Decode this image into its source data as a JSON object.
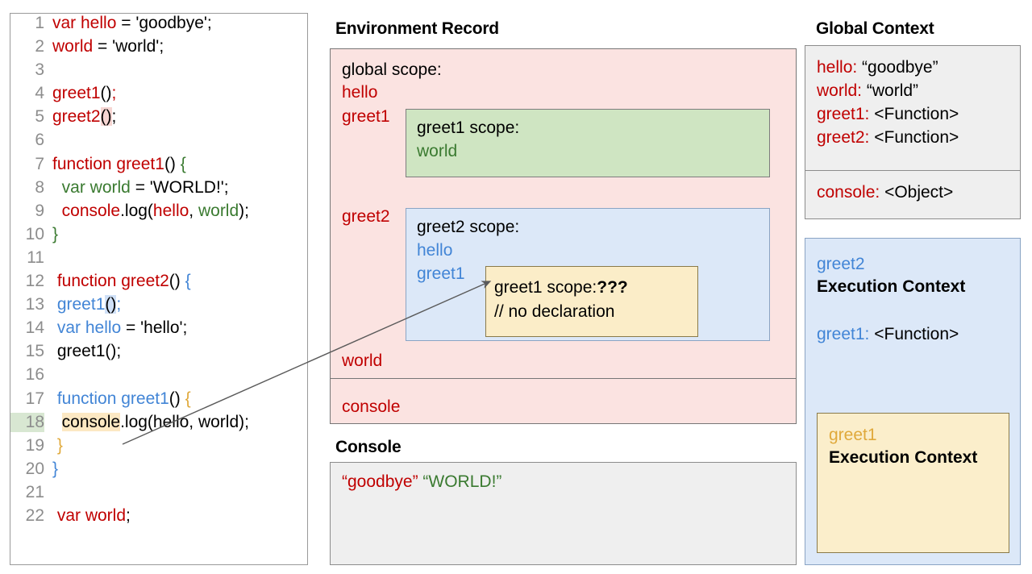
{
  "code_panel": {
    "lines": [
      {
        "num": "1",
        "tokens": [
          {
            "t": "var hello",
            "c": "red"
          },
          {
            "t": " = 'goodbye';",
            "c": "blk"
          }
        ]
      },
      {
        "num": "2",
        "tokens": [
          {
            "t": "world",
            "c": "red"
          },
          {
            "t": " = 'world';",
            "c": "blk"
          }
        ]
      },
      {
        "num": "3",
        "tokens": []
      },
      {
        "num": "4",
        "tokens": [
          {
            "t": "greet1",
            "c": "red"
          },
          {
            "t": "()",
            "c": "blk"
          },
          {
            "t": ";",
            "c": "red"
          }
        ]
      },
      {
        "num": "5",
        "tokens": [
          {
            "t": "greet2",
            "c": "red"
          },
          {
            "t": "()",
            "c": "blk",
            "hl": "hl-pink"
          },
          {
            "t": ";",
            "c": "blk"
          }
        ]
      },
      {
        "num": "6",
        "tokens": []
      },
      {
        "num": "7",
        "tokens": [
          {
            "t": "function greet1",
            "c": "red"
          },
          {
            "t": "() ",
            "c": "blk"
          },
          {
            "t": "{",
            "c": "green"
          }
        ]
      },
      {
        "num": "8",
        "tokens": [
          {
            "t": "  var world",
            "c": "green"
          },
          {
            "t": " = 'WORLD!';",
            "c": "blk"
          }
        ]
      },
      {
        "num": "9",
        "tokens": [
          {
            "t": "  console",
            "c": "red"
          },
          {
            "t": ".log(",
            "c": "blk"
          },
          {
            "t": "hello",
            "c": "red"
          },
          {
            "t": ", ",
            "c": "blk"
          },
          {
            "t": "world",
            "c": "green"
          },
          {
            "t": ");",
            "c": "blk"
          }
        ]
      },
      {
        "num": "10",
        "tokens": [
          {
            "t": "}",
            "c": "green"
          }
        ]
      },
      {
        "num": "11",
        "tokens": []
      },
      {
        "num": "12",
        "tokens": [
          {
            "t": " function greet2",
            "c": "red"
          },
          {
            "t": "() ",
            "c": "blk"
          },
          {
            "t": "{",
            "c": "blue"
          }
        ]
      },
      {
        "num": "13",
        "tokens": [
          {
            "t": " greet1",
            "c": "blue"
          },
          {
            "t": "()",
            "c": "blk",
            "hl": "hl-blue"
          },
          {
            "t": ";",
            "c": "blue"
          }
        ]
      },
      {
        "num": "14",
        "tokens": [
          {
            "t": " var hello",
            "c": "blue"
          },
          {
            "t": " = 'hello';",
            "c": "blk"
          }
        ]
      },
      {
        "num": "15",
        "tokens": [
          {
            "t": " greet1();",
            "c": "blk"
          }
        ]
      },
      {
        "num": "16",
        "tokens": []
      },
      {
        "num": "17",
        "tokens": [
          {
            "t": " function greet1",
            "c": "blue"
          },
          {
            "t": "() ",
            "c": "blk"
          },
          {
            "t": "{",
            "c": "gold"
          }
        ]
      },
      {
        "num": "18",
        "hl_line": true,
        "tokens": [
          {
            "t": "  ",
            "c": "blk"
          },
          {
            "t": "console",
            "c": "blk",
            "hl": "hl-orange"
          },
          {
            "t": ".log(hello, world);",
            "c": "blk"
          }
        ]
      },
      {
        "num": "19",
        "tokens": [
          {
            "t": " }",
            "c": "gold"
          }
        ]
      },
      {
        "num": "20",
        "tokens": [
          {
            "t": "}",
            "c": "blue"
          }
        ]
      },
      {
        "num": "21",
        "tokens": []
      },
      {
        "num": "22",
        "tokens": [
          {
            "t": " var world",
            "c": "red"
          },
          {
            "t": ";",
            "c": "blk"
          }
        ]
      }
    ]
  },
  "environment_record": {
    "title": "Environment Record",
    "global_scope_label": "global scope:",
    "global_bindings": [
      "hello",
      "greet1",
      "greet2",
      "world"
    ],
    "console_binding": "console",
    "greet1_scope": {
      "label": "greet1 scope:",
      "bindings": [
        "world"
      ]
    },
    "greet2_scope": {
      "label": "greet2 scope:",
      "bindings": [
        "hello",
        "greet1"
      ]
    },
    "greet1_inner_scope": {
      "label": "greet1 scope:",
      "value": "???",
      "comment": "// no declaration"
    }
  },
  "console_panel": {
    "title": "Console",
    "output": [
      {
        "text": "“goodbye”",
        "color": "#c00000"
      },
      {
        "text": "“WORLD!”",
        "color": "#3a7a30"
      }
    ]
  },
  "global_context": {
    "title": "Global Context",
    "bindings": [
      {
        "name": "hello:",
        "value": "“goodbye”"
      },
      {
        "name": "world:",
        "value": "“world”"
      },
      {
        "name": "greet1:",
        "value": "<Function>"
      },
      {
        "name": "greet2:",
        "value": "<Function>"
      }
    ],
    "object_binding": {
      "name": "console:",
      "value": "<Object>"
    }
  },
  "execution_context": {
    "name": "greet2",
    "label": "Execution Context",
    "binding": {
      "name": "greet1:",
      "value": "<Function>"
    },
    "inner": {
      "name": "greet1",
      "label": "Execution Context"
    }
  },
  "colors": {
    "red": "#c00000",
    "green": "#3a7a30",
    "blue": "#4285d6",
    "gold": "#e0a93b",
    "scope_global_bg": "#fbe3e1",
    "scope_greet1_bg": "#cfe5c2",
    "scope_greet2_bg": "#dce8f8",
    "scope_inner_bg": "#fbedc8",
    "panel_bg": "#efefef"
  }
}
